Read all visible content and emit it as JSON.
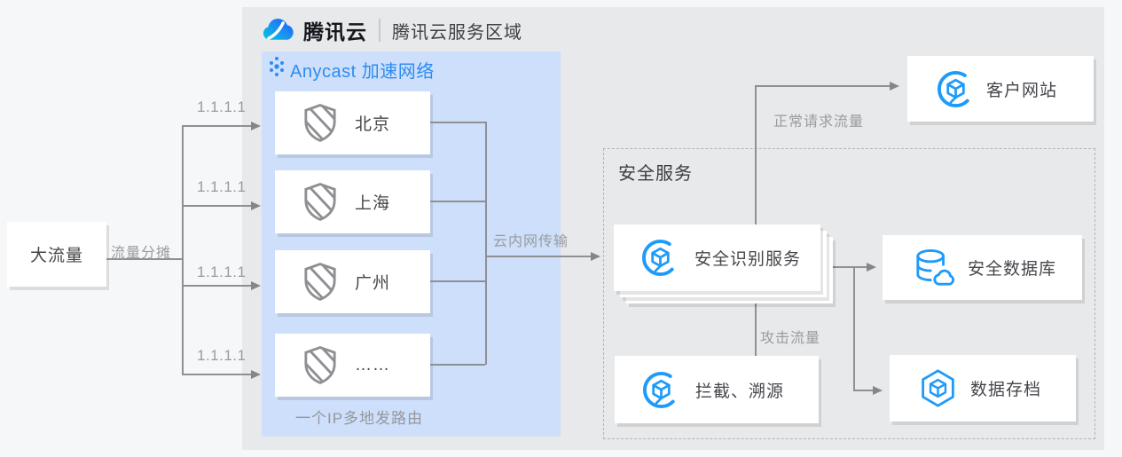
{
  "header": {
    "brand": "腾讯云",
    "region_title": "腾讯云服务区域"
  },
  "anycast": {
    "title": "Anycast 加速网络",
    "nodes": [
      "北京",
      "上海",
      "广州",
      "……"
    ],
    "footer_note": "一个IP多地发路由"
  },
  "source": {
    "label": "大流量"
  },
  "flow_labels": {
    "split": "流量分摊",
    "ips": [
      "1.1.1.1",
      "1.1.1.1",
      "1.1.1.1",
      "1.1.1.1"
    ],
    "intranet": "云内网传输",
    "normal": "正常请求流量",
    "attack": "攻击流量"
  },
  "security_zone": {
    "title": "安全服务",
    "recognition_service": "安全识别服务",
    "block_trace": "拦截、溯源"
  },
  "external": {
    "customer_site": "客户网站",
    "security_db": "安全数据库",
    "data_archive": "数据存档"
  },
  "colors": {
    "accent_icon_blue": "#1e9bfa",
    "anycast_text_blue": "#2e8cf0",
    "tencent_zone_gray": "#e8e9eb",
    "anycast_zone_blue": "#cddffa",
    "line_gray": "#8f9094"
  }
}
